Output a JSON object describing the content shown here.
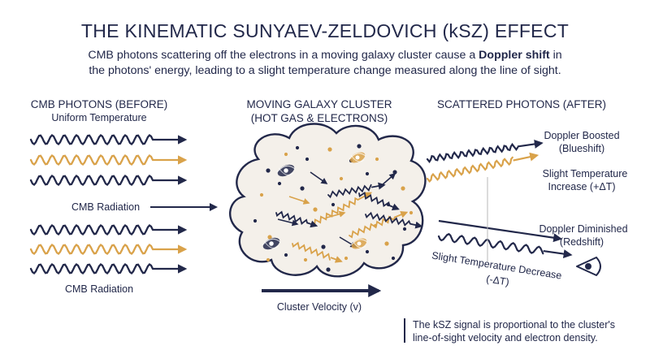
{
  "title": "THE KINEMATIC SUNYAEV-ZELDOVICH (kSZ) EFFECT",
  "subtitle": {
    "line1_start": "CMB photons scattering off the electrons in a moving galaxy cluster cause a ",
    "line1_bold": "Doppler shift",
    "line1_end": " in",
    "line2": "the photons' energy, leading to a slight temperature change measured along the line of sight."
  },
  "left": {
    "header": "CMB PHOTONS (BEFORE)",
    "subheader": "Uniform Temperature",
    "label_top": "CMB Radiation",
    "label_bottom": "CMB Radiation"
  },
  "center": {
    "header_line1": "MOVING GALAXY CLUSTER",
    "header_line2": "(HOT GAS & ELECTRONS)",
    "velocity_label": "Cluster Velocity (v)"
  },
  "right": {
    "header": "SCATTERED PHOTONS (AFTER)",
    "boosted_line1": "Doppler Boosted",
    "boosted_line2": "(Blueshift)",
    "increase_line1": "Slight Temperature",
    "increase_line2": "Increase (+ΔT)",
    "diminished_line1": "Doppler Diminished",
    "diminished_line2": "(Redshift)",
    "decrease_line1": "Slight Temperature Decrease",
    "decrease_line2": "(-ΔT)"
  },
  "note": {
    "line1": "The kSZ signal is proportional to the cluster's",
    "line2": "line-of-sight velocity and electron density."
  },
  "colors": {
    "navy": "#22284a",
    "gold": "#d9a24a",
    "cloud_fill": "#f4f0ea"
  },
  "icons": [
    "eye-icon",
    "galaxy-icon"
  ]
}
